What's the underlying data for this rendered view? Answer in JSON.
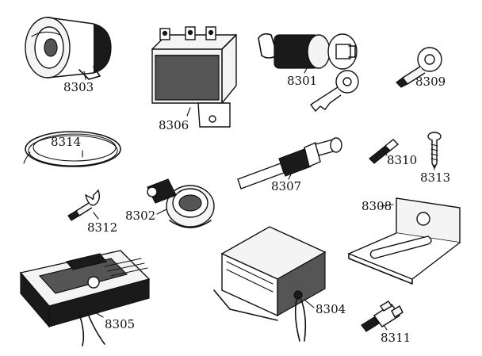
{
  "parts": [
    {
      "id": "horn",
      "label": "8303"
    },
    {
      "id": "relay",
      "label": "8306"
    },
    {
      "id": "ignition-switch",
      "label": "8301"
    },
    {
      "id": "ring-terminal",
      "label": "8309"
    },
    {
      "id": "wire-loop",
      "label": "8314"
    },
    {
      "id": "bullet-connector",
      "label": "8310"
    },
    {
      "id": "screw",
      "label": "8313"
    },
    {
      "id": "sender-switch",
      "label": "8307"
    },
    {
      "id": "fork-terminal",
      "label": "8312"
    },
    {
      "id": "rotor-cap",
      "label": "8302"
    },
    {
      "id": "mounting-bracket",
      "label": "8308"
    },
    {
      "id": "regulator-box",
      "label": "8304"
    },
    {
      "id": "fuse-block",
      "label": "8305"
    },
    {
      "id": "inline-connector",
      "label": "8311"
    }
  ]
}
